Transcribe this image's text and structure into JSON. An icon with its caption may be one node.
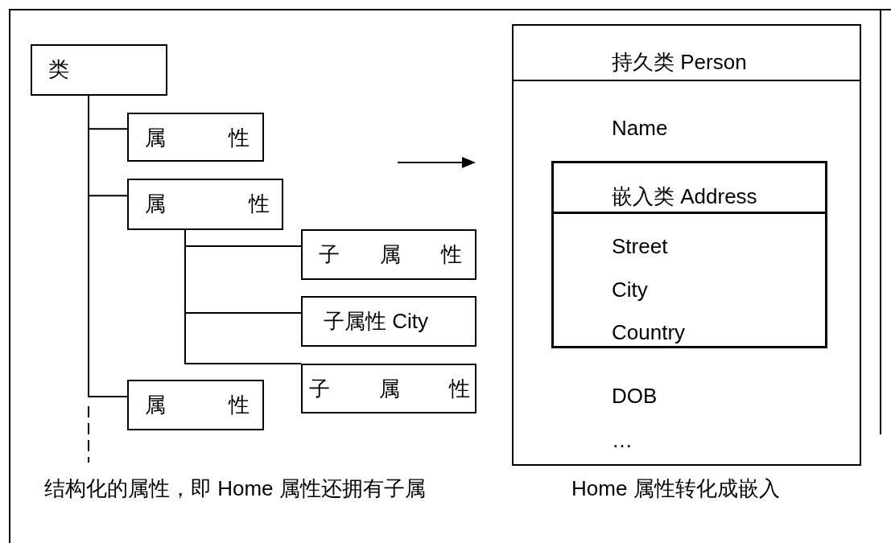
{
  "diagram": {
    "nodes": [
      {
        "text": [
          "类"
        ]
      },
      {
        "text": [
          "属 性"
        ]
      },
      {
        "text": [
          "属 性"
        ]
      },
      {
        "text": [
          "子 属 性"
        ]
      },
      {
        "text": [
          "子属性 City"
        ]
      },
      {
        "text": [
          "子 属 性"
        ]
      },
      {
        "text": [
          "属 性"
        ]
      },
      {
        "text": [
          "持久类 Person",
          "Name",
          "DOB",
          "…"
        ]
      },
      {
        "text": [
          "嵌入类 Address",
          "Street",
          "City",
          "Country"
        ],
        "in": 7
      }
    ],
    "edges": [
      {
        "from": 0,
        "to": 1,
        "arrow": "none"
      },
      {
        "from": 0,
        "to": 2,
        "arrow": "none"
      },
      {
        "from": 0,
        "to": 6,
        "arrow": "none"
      },
      {
        "from": 2,
        "to": 3,
        "arrow": "none"
      },
      {
        "from": 2,
        "to": 4,
        "arrow": "none"
      },
      {
        "from": 2,
        "to": 5,
        "arrow": "none"
      }
    ],
    "labels": [
      "结构化的属性，即 Home 属性还拥有子属",
      "Home 属性转化成嵌入"
    ]
  }
}
